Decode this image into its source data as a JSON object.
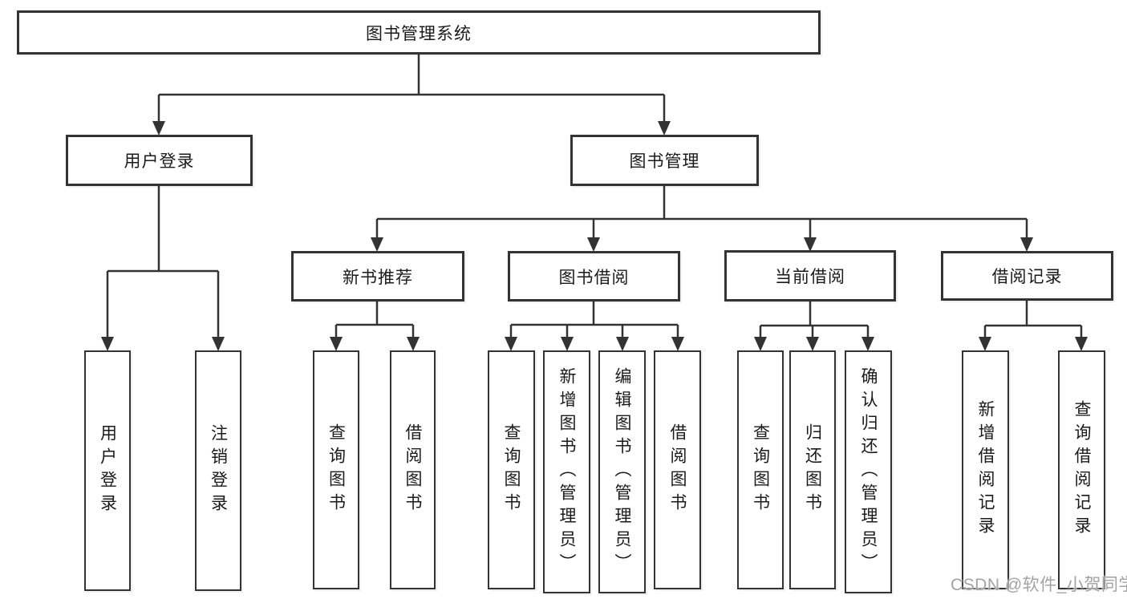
{
  "diagram": {
    "root": {
      "label": "图书管理系统"
    },
    "branches": [
      {
        "label": "用户登录",
        "children": [
          {
            "label": "用户登录"
          },
          {
            "label": "注销登录"
          }
        ]
      },
      {
        "label": "图书管理",
        "children": [
          {
            "label": "新书推荐",
            "children": [
              {
                "label": "查询图书"
              },
              {
                "label": "借阅图书"
              }
            ]
          },
          {
            "label": "图书借阅",
            "children": [
              {
                "label": "查询图书"
              },
              {
                "label": "新增图书（管理员）"
              },
              {
                "label": "编辑图书（管理员）"
              },
              {
                "label": "借阅图书"
              }
            ]
          },
          {
            "label": "当前借阅",
            "children": [
              {
                "label": "查询图书"
              },
              {
                "label": "归还图书"
              },
              {
                "label": "确认归还（管理员）"
              }
            ]
          },
          {
            "label": "借阅记录",
            "children": [
              {
                "label": "新增借阅记录"
              },
              {
                "label": "查询借阅记录"
              }
            ]
          }
        ]
      }
    ]
  },
  "watermark": {
    "text": "CSDN @软件_小贺同学"
  },
  "colors": {
    "line": "#333333",
    "text": "#1a1a1a",
    "background": "#ffffff",
    "watermark": "#a3a3a3"
  }
}
